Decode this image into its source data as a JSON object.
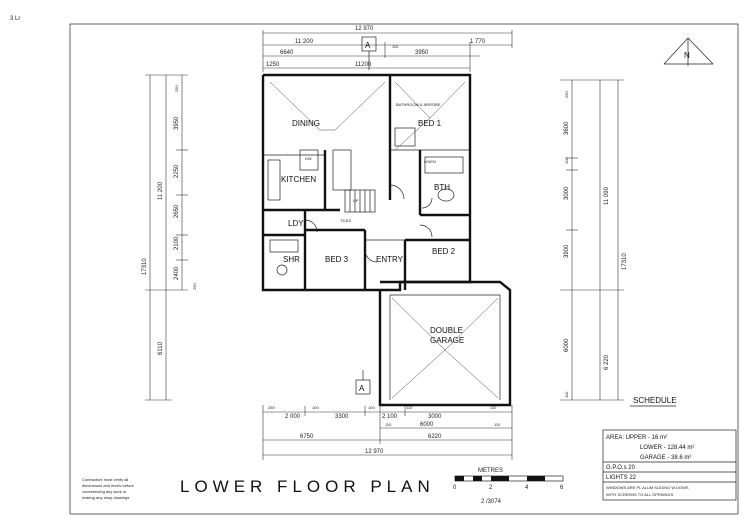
{
  "sheet": {
    "corner_scribble": "3 Lr",
    "title": "LOWER FLOOR PLAN",
    "sheet_number": "2 /3074",
    "contractor_note": [
      "Contractors must verify all",
      "dimensions and levels before",
      "commencing any work or",
      "making any shop drawings"
    ],
    "north_label": "N",
    "section_marker": "A"
  },
  "scale_bar": {
    "label": "METRES",
    "ticks": [
      "0",
      "2",
      "4",
      "6"
    ]
  },
  "rooms": {
    "dining": "DINING",
    "bed1": "BED 1",
    "kitchen": "KITCHEN",
    "bth": "BTH",
    "ldy": "LDY",
    "shr": "SHR",
    "bed3": "BED 3",
    "entry": "ENTRY",
    "bed2": "BED 2",
    "garage_1": "DOUBLE",
    "garage_2": "GARAGE"
  },
  "dimensions": {
    "top_overall": "12 970",
    "top_row2": [
      "11 200",
      "1 770"
    ],
    "top_row3": [
      "6640",
      "110",
      "3950"
    ],
    "top_row4": [
      "1250",
      "11200"
    ],
    "bottom_row1": [
      "250",
      "2 000",
      "100",
      "3300",
      "100",
      "2 100",
      "110",
      "3000",
      "110"
    ],
    "bottom_row2": [
      "110",
      "6000",
      "110"
    ],
    "bottom_row3": [
      "6750",
      "6220"
    ],
    "bottom_overall": "12 970",
    "left_overall": "17310",
    "left_upper": "11 200",
    "left_lower": "6110",
    "left_parts": [
      "250",
      "3950",
      "2250",
      "2650",
      "2100",
      "2400",
      "250"
    ],
    "right_overall": "17310",
    "right_upper": "11 090",
    "right_lower": "6 220",
    "right_parts": [
      "250",
      "3600",
      "100",
      "3000",
      "3900",
      "6000",
      "110"
    ]
  },
  "schedule": {
    "title": "SCHEDULE",
    "rows": [
      "AREA:   UPPER - 16 m²",
      "LOWER - 128.44 m²",
      "GARAGE - 38.6 m²",
      "G.P.O.s  20",
      "LIGHTS  22",
      "WINDOWS ARE PL ALUM SLIDING W.DOWS",
      "WITH SCREENS TO ALL OPENINGS"
    ]
  },
  "annotations": {
    "robe": "BATHROOM & ARROBE",
    "dishwasher": "DW",
    "stair": "UP",
    "linen": "LINEN",
    "tiled": "TILED"
  }
}
